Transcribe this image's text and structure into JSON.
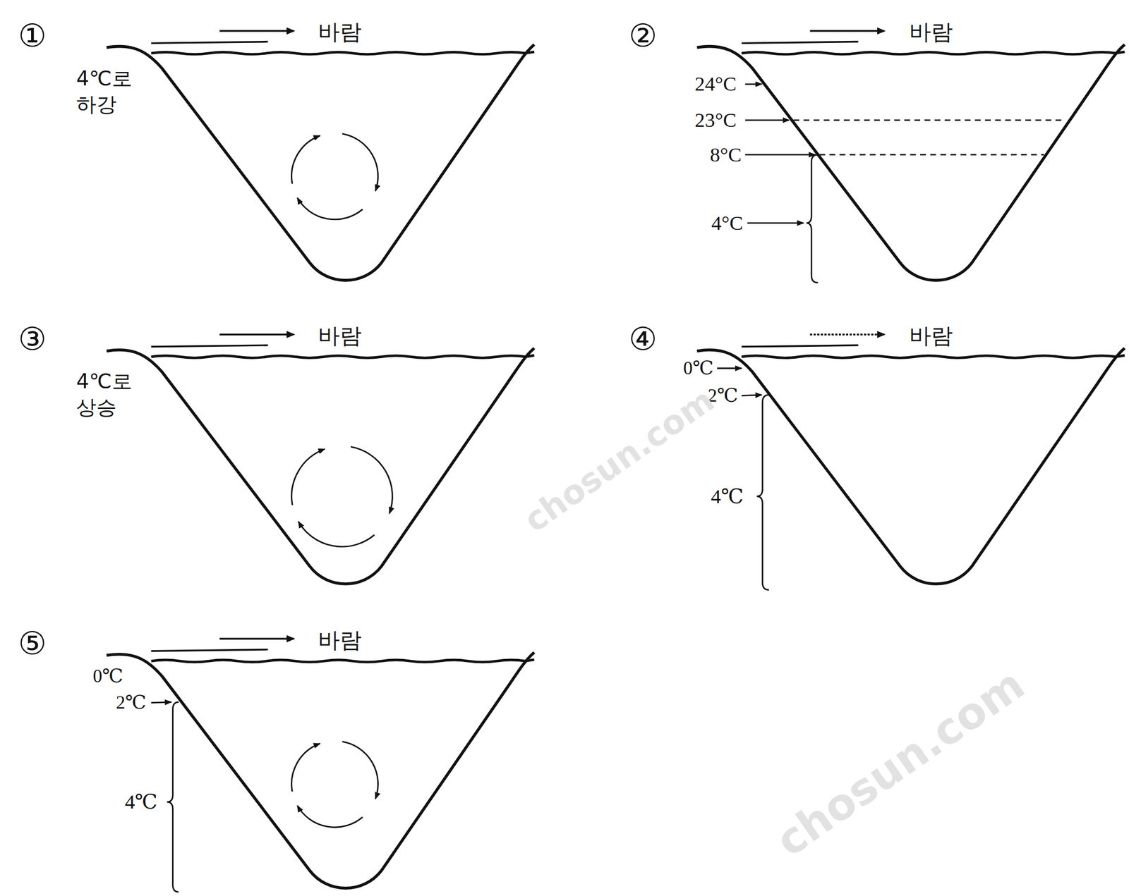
{
  "diagram": {
    "labels": [
      "①",
      "바람",
      "4℃로 하강",
      "②",
      "바람",
      "24°C",
      "23°C",
      "8°C",
      "4°C",
      "③",
      "바람",
      "4℃로 상승",
      "④",
      "바람",
      "0℃",
      "2℃",
      "4℃",
      "⑤",
      "바람",
      "0℃",
      "2℃",
      "4℃",
      "chosun.com",
      "chosun.com"
    ]
  }
}
